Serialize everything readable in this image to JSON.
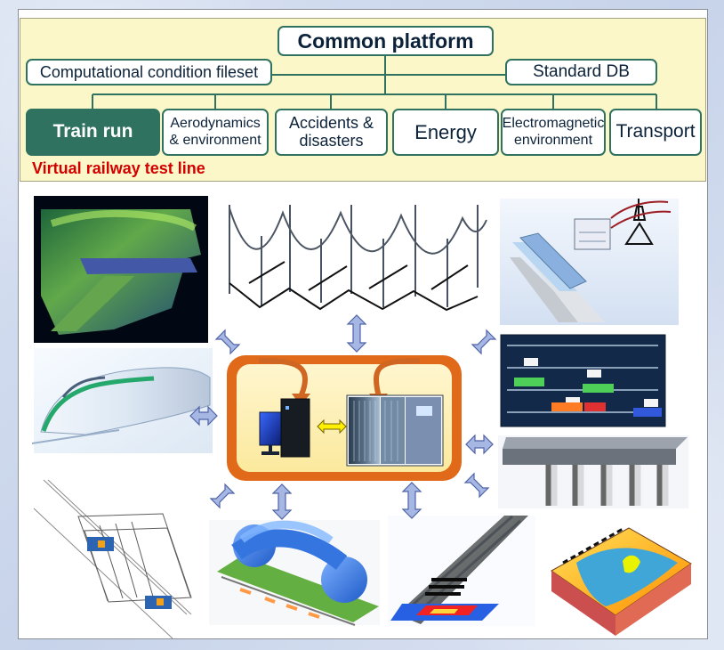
{
  "header": {
    "title": "Common platform",
    "top_left": "Computational condition fileset",
    "top_right": "Standard DB",
    "subtitle": "Virtual railway test line"
  },
  "categories": [
    {
      "label_lines": [
        "Train run"
      ]
    },
    {
      "label_lines": [
        "Aerodynamics",
        "& environment"
      ]
    },
    {
      "label_lines": [
        "Accidents &",
        "disasters"
      ]
    },
    {
      "label_lines": [
        "Energy"
      ]
    },
    {
      "label_lines": [
        "Electromagnetic",
        "environment"
      ]
    },
    {
      "label_lines": [
        "Transport"
      ]
    }
  ],
  "colors": {
    "panel_fill": "#fbf7c8",
    "accent_green": "#2f7260",
    "highlight_red": "#d40000",
    "center_border": "#e16a1a",
    "arrow_blue": "#a6b7e3"
  }
}
